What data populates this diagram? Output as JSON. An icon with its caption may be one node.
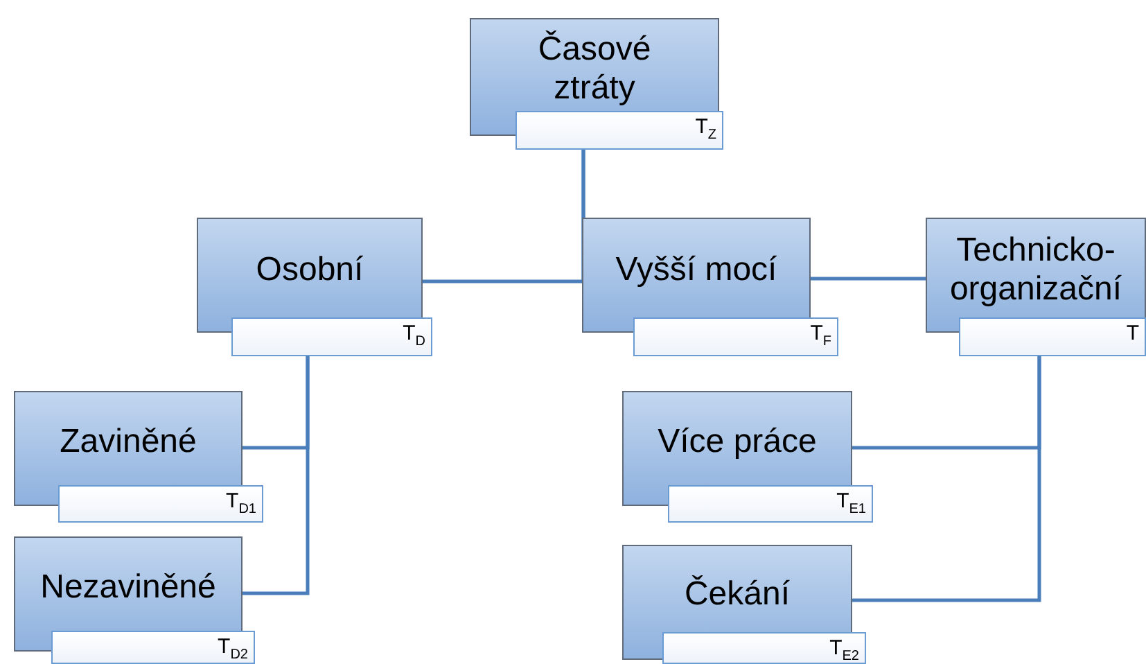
{
  "diagram": {
    "nodes": [
      {
        "text": [
          "Časové ztráty",
          "T$_{Z}$"
        ]
      },
      {
        "text": [
          "Osobní",
          "T$_{D}$"
        ]
      },
      {
        "text": [
          "Vyšší mocí",
          "T$_{F}$"
        ]
      },
      {
        "text": [
          "Technicko- organizační",
          "T"
        ]
      },
      {
        "text": [
          "Zaviněné",
          "T$_{D1}$"
        ]
      },
      {
        "text": [
          "Více práce",
          "T$_{E1}$"
        ]
      },
      {
        "text": [
          "Nezaviněné",
          "T$_{D2}$"
        ]
      },
      {
        "text": [
          "Čekání",
          "T$_{E2}$"
        ]
      }
    ],
    "edges": [
      {
        "from": 0,
        "to": 1,
        "arrow": "none"
      },
      {
        "from": 0,
        "to": 2,
        "arrow": "none"
      },
      {
        "from": 2,
        "to": 3,
        "arrow": "none"
      },
      {
        "from": 1,
        "to": 4,
        "arrow": "none"
      },
      {
        "from": 1,
        "to": 6,
        "arrow": "none"
      },
      {
        "from": 3,
        "to": 5,
        "arrow": "none"
      },
      {
        "from": 3,
        "to": 7,
        "arrow": "none"
      }
    ]
  }
}
